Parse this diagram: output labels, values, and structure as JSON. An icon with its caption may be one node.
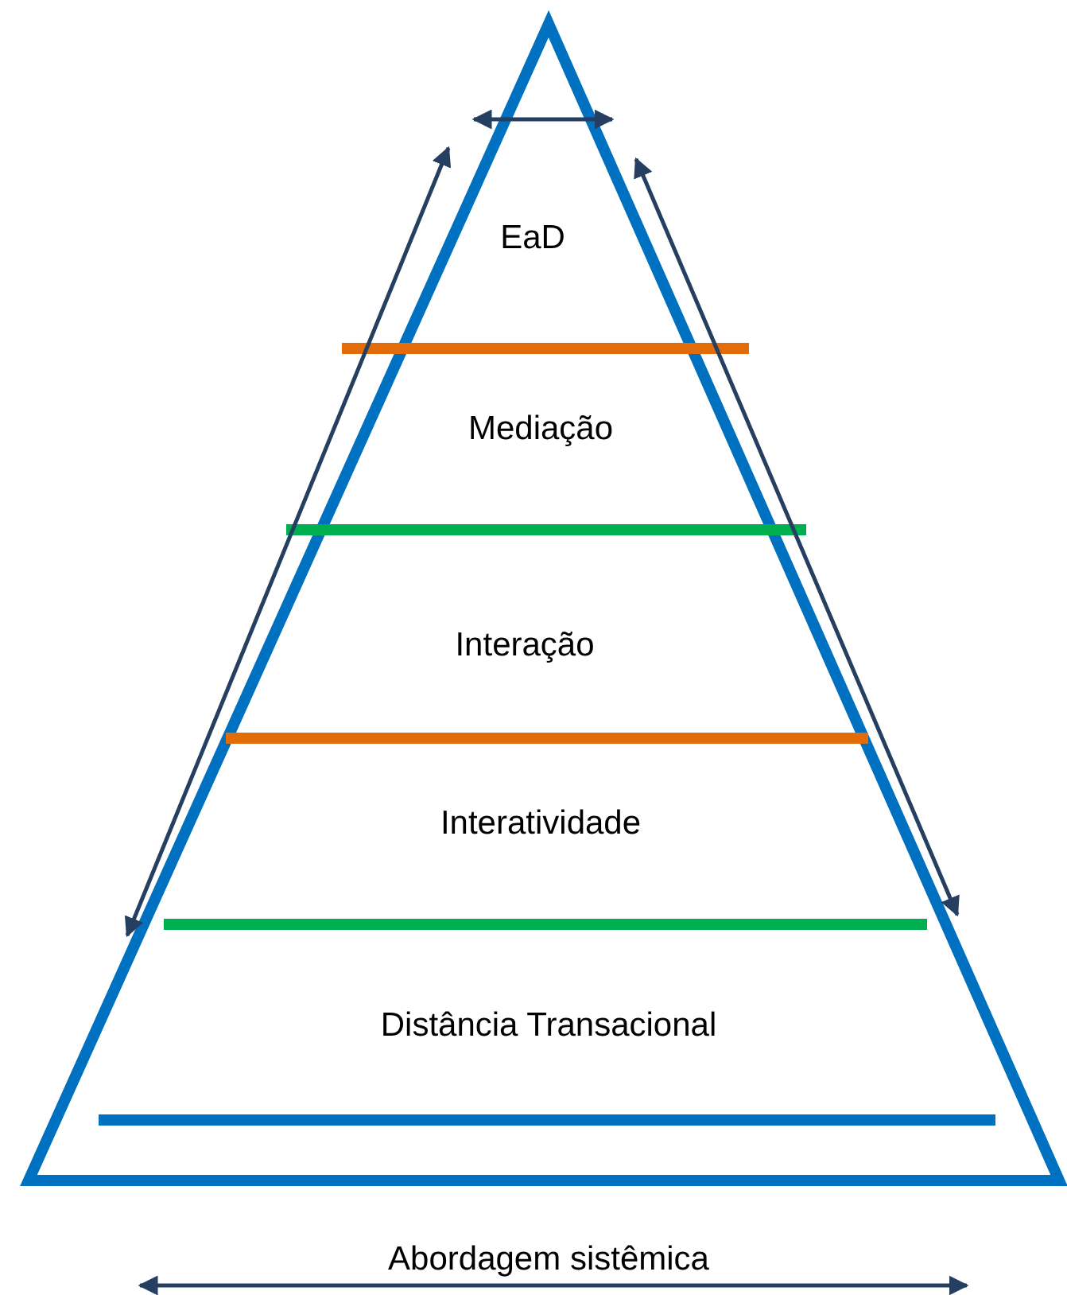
{
  "diagram": {
    "labels": [
      "EaD",
      "Mediação",
      "Interação",
      "Interatividade",
      "Distância Transacional",
      "Abordagem sistêmica"
    ]
  }
}
